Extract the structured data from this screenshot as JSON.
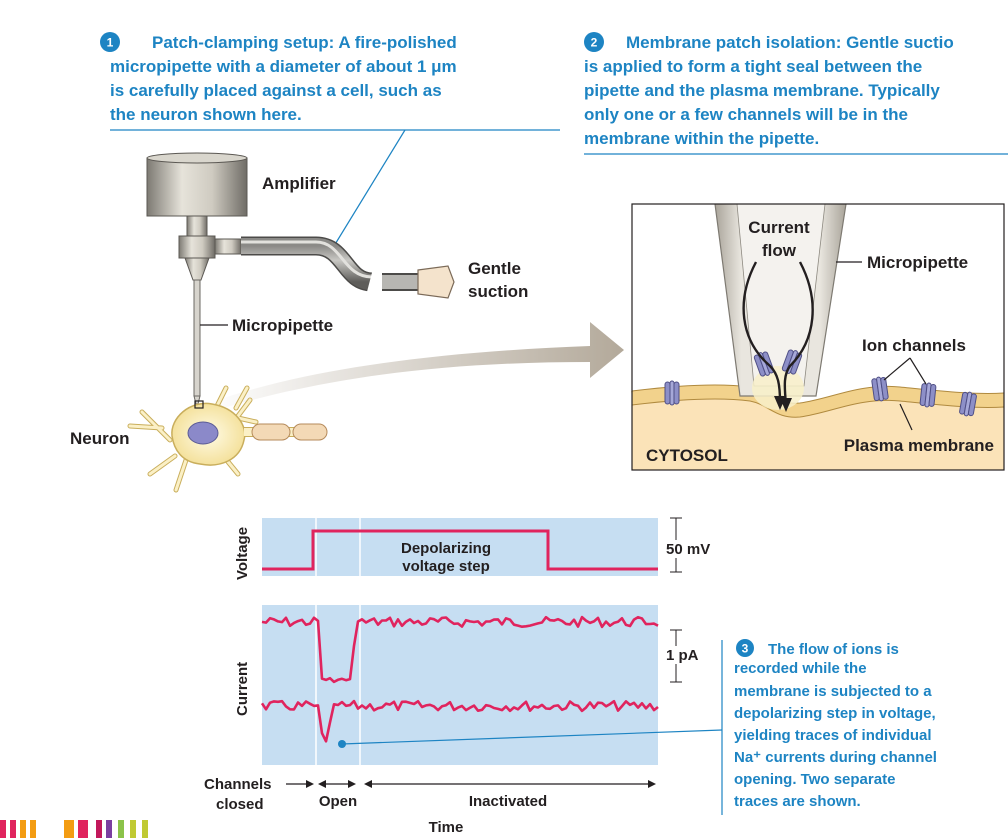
{
  "captions": {
    "step1": {
      "number": "1",
      "lines": [
        "Patch-clamping setup: A fire-polished",
        "micropipette with a diameter of about 1 μm",
        "is carefully placed against a cell, such as",
        "the neuron shown here."
      ]
    },
    "step2": {
      "number": "2",
      "lines": [
        "Membrane patch isolation: Gentle suctio",
        "is applied to form a tight seal between the",
        "pipette and the plasma membrane. Typically",
        "only one or a few channels will be in the",
        "membrane within the pipette."
      ]
    },
    "step3": {
      "number": "3",
      "lines": [
        "The flow of ions is",
        "recorded while the",
        "membrane is subjected to a",
        "depolarizing step in voltage,",
        "yielding traces of individual",
        "Na⁺ currents during channel",
        "opening. Two separate",
        "traces are shown."
      ]
    }
  },
  "setup": {
    "amplifier": "Amplifier",
    "gentle_suction": [
      "Gentle",
      "suction"
    ],
    "micropipette": "Micropipette",
    "neuron": "Neuron"
  },
  "inset": {
    "current_flow": [
      "Current",
      "flow"
    ],
    "micropipette": "Micropipette",
    "ion_channels": "Ion channels",
    "plasma_membrane": "Plasma membrane",
    "cytosol": "CYTOSOL"
  },
  "recording": {
    "voltage_label": "Voltage",
    "current_label": "Current",
    "step_label": [
      "Depolarizing",
      "voltage step"
    ],
    "scale_voltage": "50 mV",
    "scale_current": "1 pA",
    "phase_closed": [
      "Channels",
      "closed"
    ],
    "phase_open": "Open",
    "phase_inactivated": "Inactivated",
    "time_label": "Time"
  },
  "colors": {
    "caption_blue": "#1d84c3",
    "trace_red": "#e0245e",
    "panel_blue": "#c6def2",
    "cytosol": "#fbe3b8",
    "membrane": "#f2d28c",
    "channel": "#8d8fc7",
    "label_dark": "#231f20"
  }
}
